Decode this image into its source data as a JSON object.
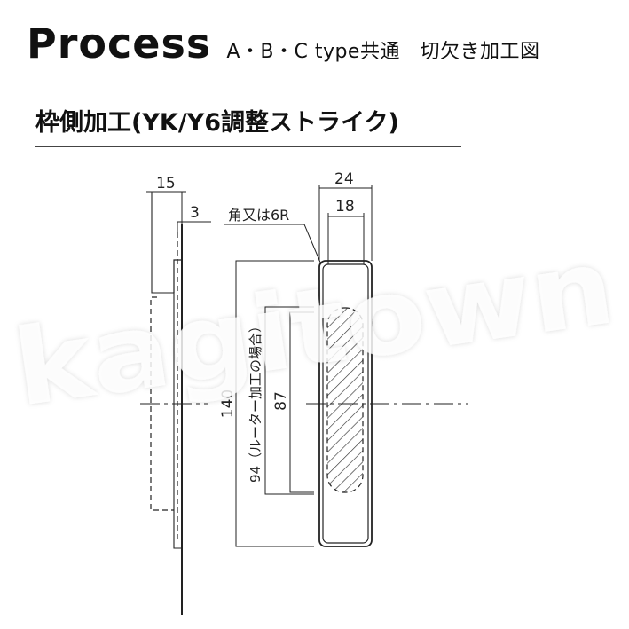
{
  "header": {
    "title": "Process",
    "subtitle": "A・B・C type共通　切欠き加工図"
  },
  "section": {
    "title": "枠側加工(YK/Y6調整ストライク)"
  },
  "dimensions": {
    "left_width": "15",
    "left_offset": "3",
    "corner_note": "角又は6R",
    "outer_width": "24",
    "inner_width": "18",
    "total_height": "140",
    "router_height": "94（ルーター加工の場合）",
    "pocket_height": "87"
  },
  "watermark": {
    "text": "kagitown"
  }
}
